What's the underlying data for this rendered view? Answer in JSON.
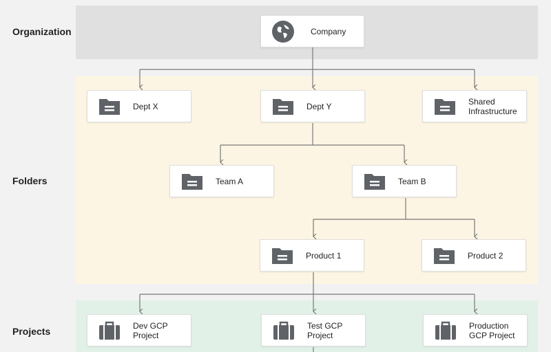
{
  "rows": {
    "organization": "Organization",
    "folders": "Folders",
    "projects": "Projects"
  },
  "nodes": {
    "company": "Company",
    "dept_x": "Dept X",
    "dept_y": "Dept Y",
    "shared_infra": "Shared\nInfrastructure",
    "team_a": "Team A",
    "team_b": "Team B",
    "product_1": "Product 1",
    "product_2": "Product 2",
    "dev_project": "Dev GCP\nProject",
    "test_project": "Test GCP\nProject",
    "prod_project": "Production\nGCP Project"
  },
  "colors": {
    "org_band": "#e0e0e0",
    "folder_band": "#fdf5e3",
    "project_band": "#e2f1e8",
    "icon": "#5f6368",
    "connector": "#777777"
  },
  "icons": {
    "company": "globe-icon",
    "folder": "folder-icon",
    "project": "briefcase-icon"
  }
}
